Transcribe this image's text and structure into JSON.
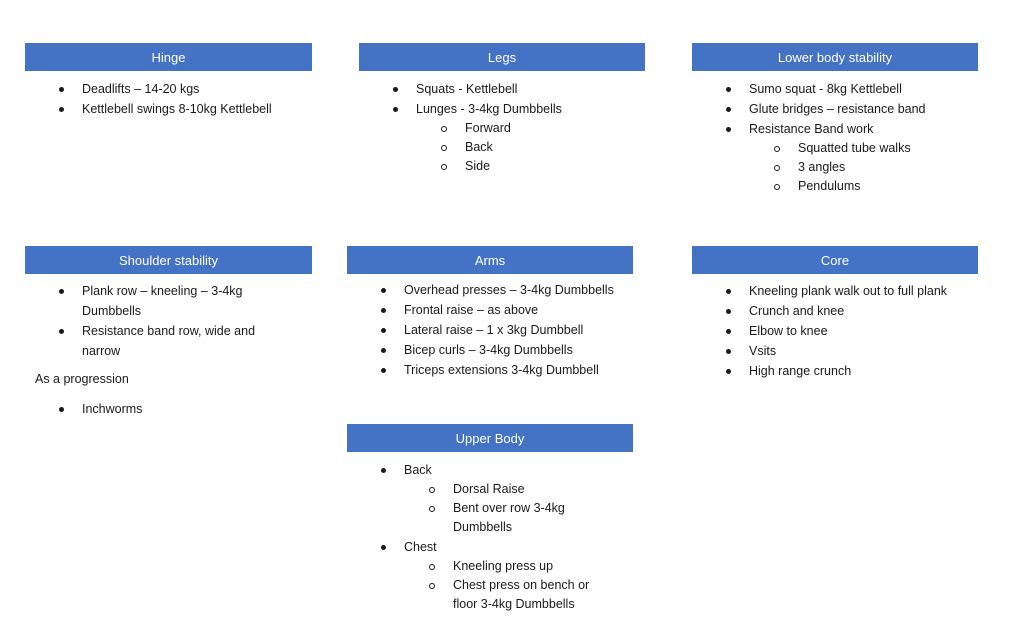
{
  "hinge": {
    "title": "Hinge",
    "items": [
      "Deadlifts – 14-20 kgs",
      "Kettlebell swings 8-10kg Kettlebell"
    ]
  },
  "legs": {
    "title": "Legs",
    "items": [
      "Squats -  Kettlebell",
      "Lunges - 3-4kg Dumbbells"
    ],
    "lunges_sub": [
      "Forward",
      "Back",
      "Side"
    ]
  },
  "lower_body": {
    "title": "Lower body stability",
    "items": [
      "Sumo squat - 8kg Kettlebell",
      "Glute bridges – resistance band",
      "Resistance Band work"
    ],
    "band_sub": [
      "Squatted tube walks",
      "3 angles",
      "Pendulums"
    ]
  },
  "shoulder": {
    "title": "Shoulder stability",
    "items": [
      "Plank row – kneeling – 3-4kg Dumbbells",
      "Resistance band row, wide and narrow"
    ],
    "progression_label": "As a progression",
    "progression_items": [
      "Inchworms"
    ]
  },
  "arms": {
    "title": "Arms",
    "items": [
      "Overhead presses – 3-4kg Dumbbells",
      "Frontal raise – as above",
      "Lateral raise – 1 x 3kg Dumbbell",
      "Bicep curls – 3-4kg Dumbbells",
      "Triceps extensions 3-4kg Dumbbell"
    ]
  },
  "core": {
    "title": "Core",
    "items": [
      "Kneeling plank walk out to full plank",
      "Crunch and knee",
      "Elbow to knee",
      "Vsits",
      "High range crunch"
    ]
  },
  "upper_body": {
    "title": "Upper Body",
    "items": [
      "Back",
      "Chest"
    ],
    "back_sub": [
      "Dorsal Raise",
      "Bent over row 3-4kg Dumbbells"
    ],
    "chest_sub": [
      "Kneeling press up",
      "Chest press on bench or floor 3-4kg Dumbbells"
    ]
  },
  "colors": {
    "header_bg": "#4472c4",
    "header_text": "#ffffff"
  }
}
